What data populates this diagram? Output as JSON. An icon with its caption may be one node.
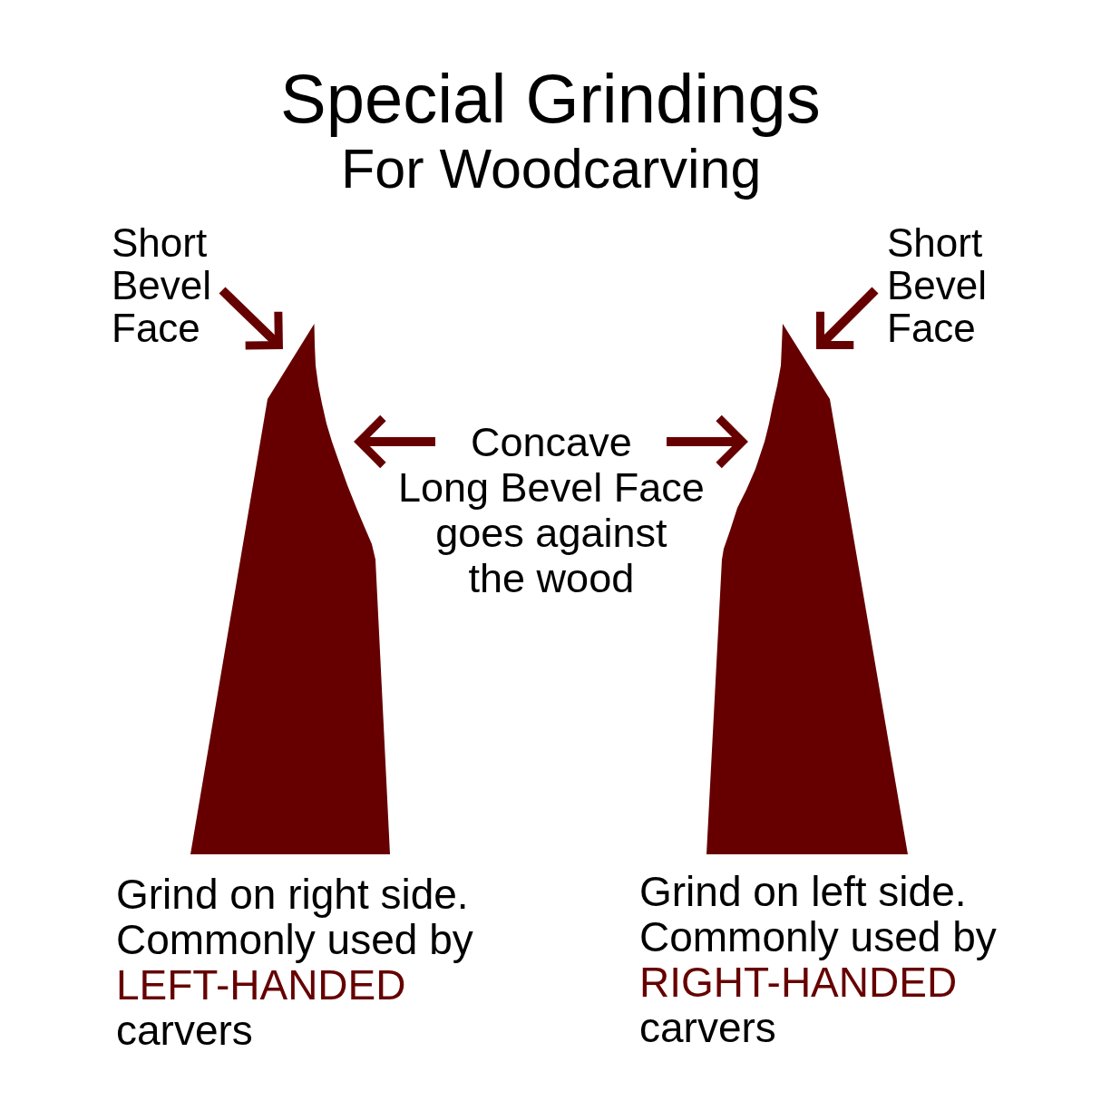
{
  "diagram": {
    "title": "Special Grindings",
    "nodes": [
      {
        "text": [
          "Short Bevel Face"
        ]
      },
      {
        "text": [
          "Short Bevel Face"
        ]
      },
      {
        "text": [],
        "shape": "picture",
        "beside": [
          "Grind on right side. Commonly used by",
          "LEFT-HANDED",
          "carvers"
        ]
      },
      {
        "text": [
          "Concave Long Bevel Face goes against the wood"
        ]
      },
      {
        "text": [],
        "shape": "picture",
        "beside": [
          "Grind on left side. Commonly used by",
          "RIGHT-HANDED",
          "carvers"
        ]
      }
    ],
    "edges": [
      {
        "from": 0,
        "to": 2,
        "arrow": "to"
      },
      {
        "from": 1,
        "to": 4,
        "arrow": "to"
      },
      {
        "from": 3,
        "to": 2,
        "arrow": "to"
      },
      {
        "from": 3,
        "to": 4,
        "arrow": "to"
      }
    ],
    "labels": [
      "For Woodcarving"
    ]
  }
}
